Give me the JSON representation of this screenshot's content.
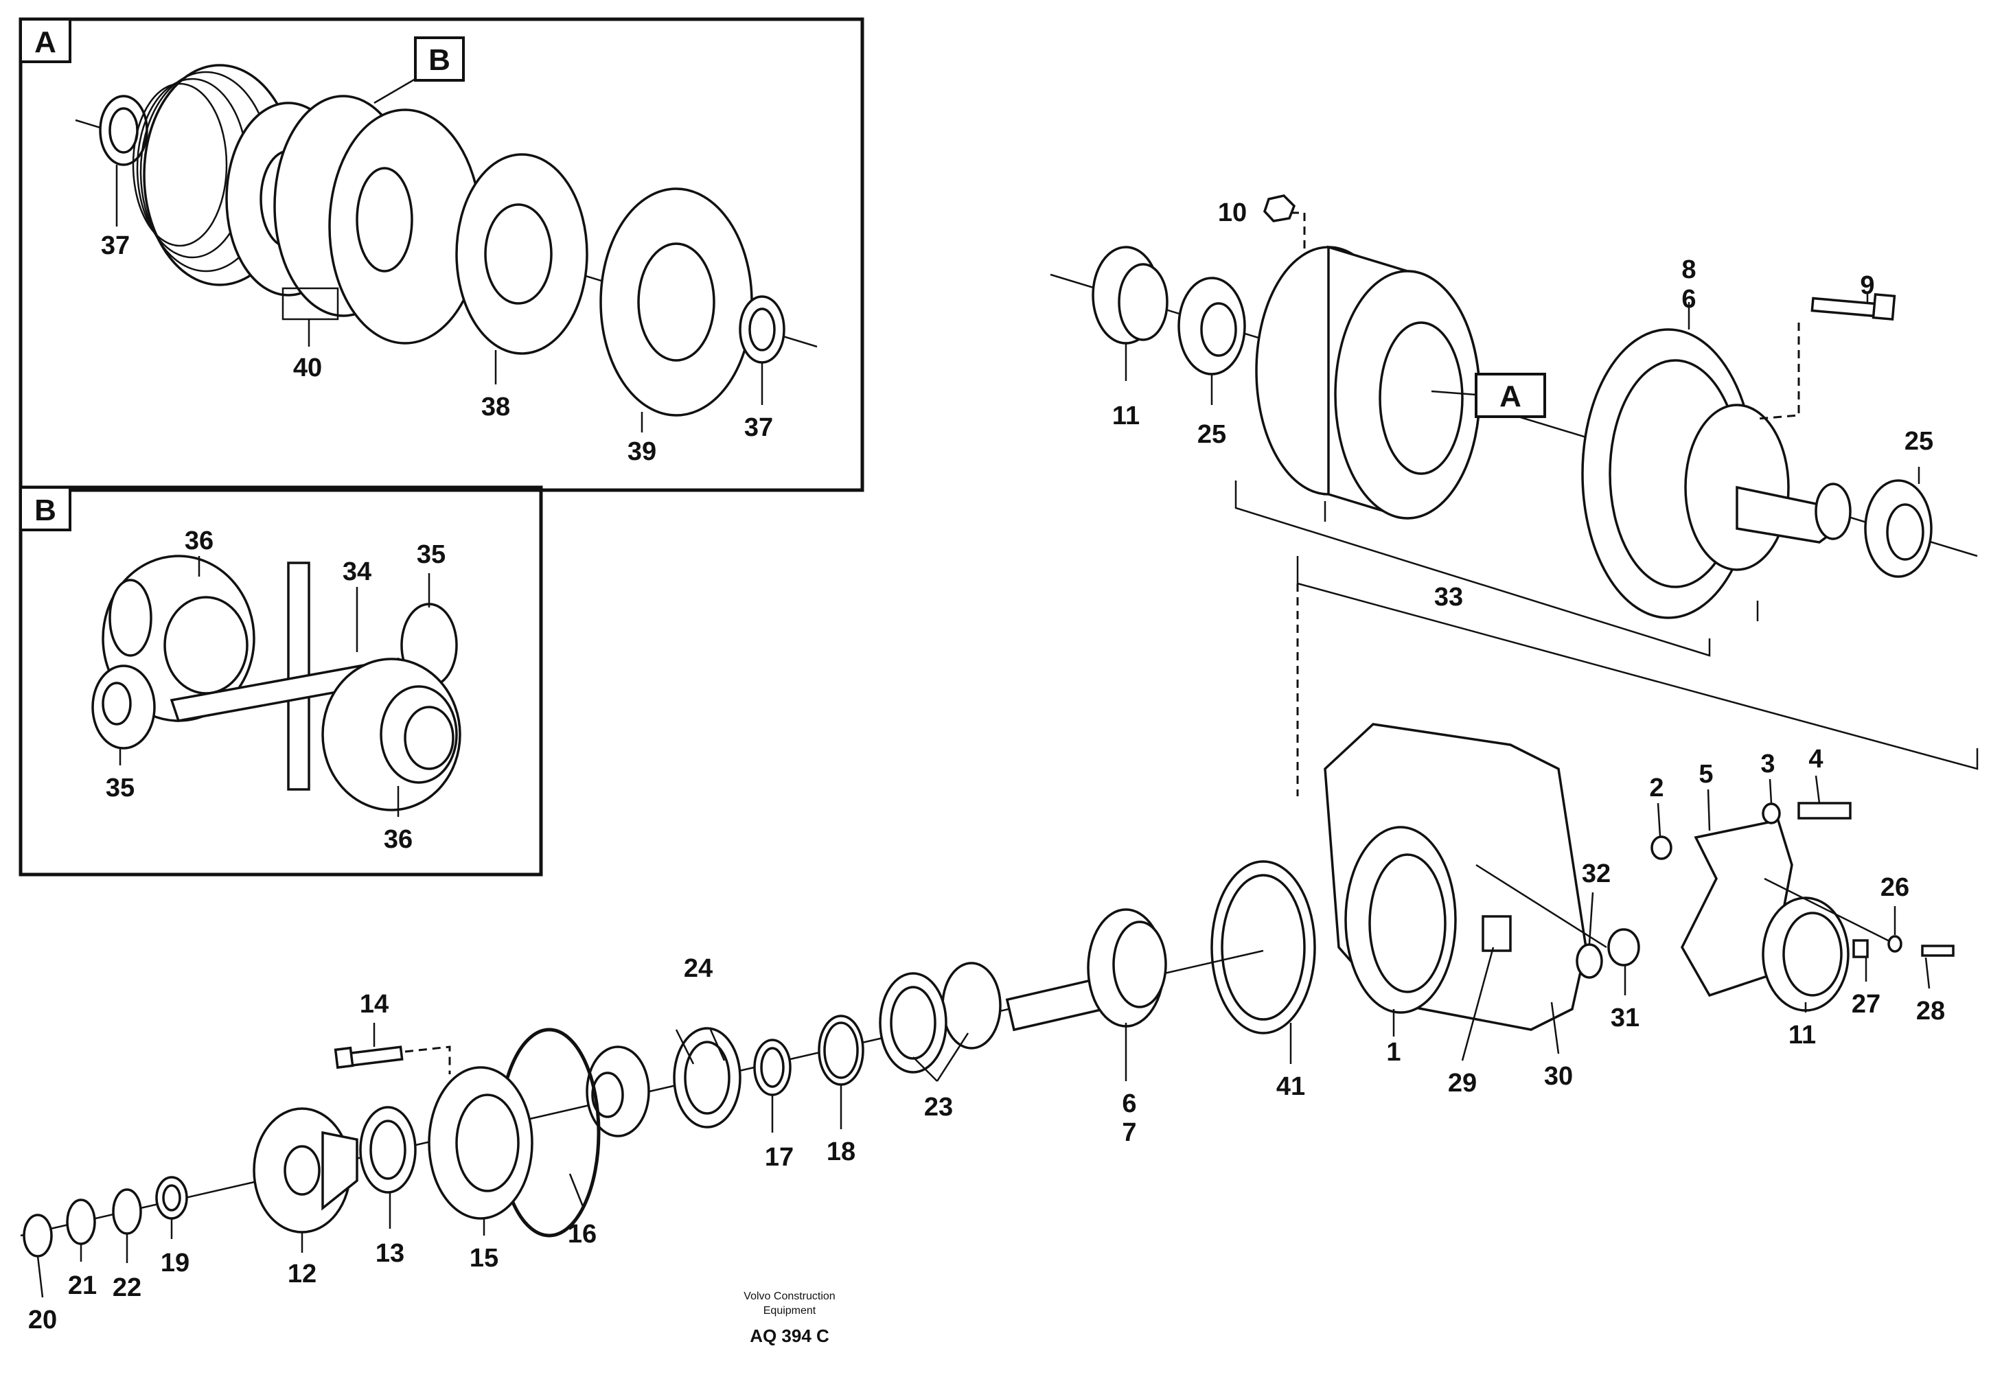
{
  "insets": {
    "A": {
      "tag": "A",
      "callout_tag": "B"
    },
    "B": {
      "tag": "B"
    }
  },
  "body_callout": "A",
  "labels": {
    "p1": "1",
    "p2": "2",
    "p3": "3",
    "p4": "4",
    "p5": "5",
    "p6": "6",
    "p6b": "6",
    "p7": "7",
    "p8": "8",
    "p9": "9",
    "p10": "10",
    "p11": "11",
    "p11b": "11",
    "p12": "12",
    "p13": "13",
    "p14": "14",
    "p15": "15",
    "p16": "16",
    "p17": "17",
    "p18": "18",
    "p19": "19",
    "p20": "20",
    "p21": "21",
    "p22": "22",
    "p23": "23",
    "p24": "24",
    "p25": "25",
    "p25b": "25",
    "p26": "26",
    "p27": "27",
    "p28": "28",
    "p29": "29",
    "p30": "30",
    "p31": "31",
    "p32": "32",
    "p33": "33",
    "p34": "34",
    "p35": "35",
    "p35b": "35",
    "p36": "36",
    "p36b": "36",
    "p37": "37",
    "p37b": "37",
    "p38": "38",
    "p39": "39",
    "p40": "40",
    "p41": "41"
  },
  "footer": {
    "line1": "Volvo Construction",
    "line2": "Equipment",
    "code": "AQ 394 C"
  }
}
